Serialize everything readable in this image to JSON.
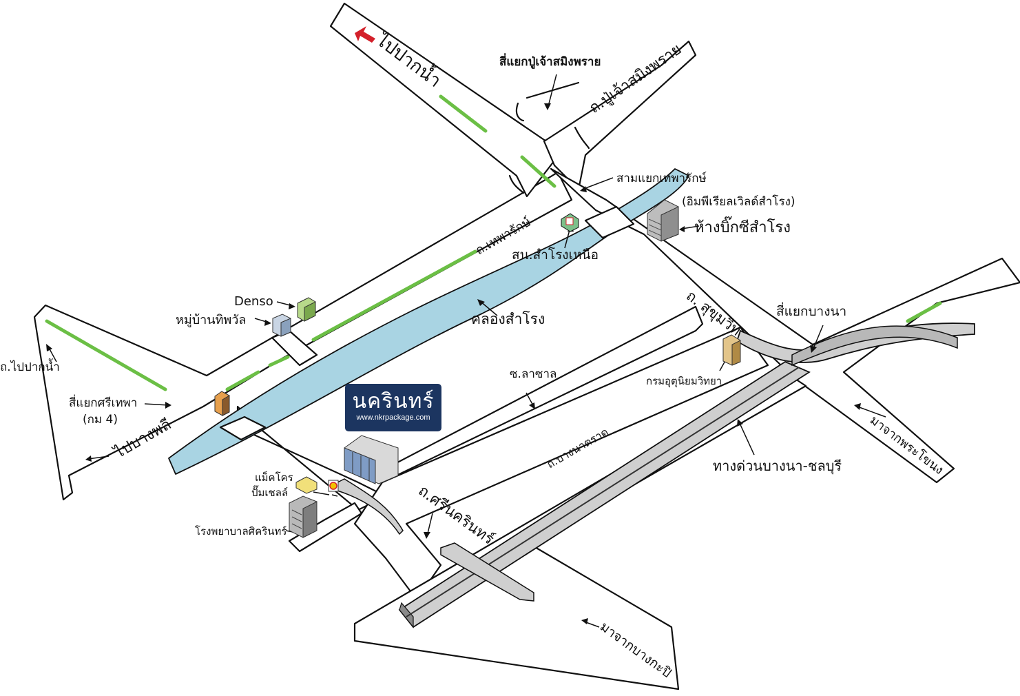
{
  "map": {
    "labels": {
      "to_paknam_top": "ไปปากน้ำ",
      "junction_puchao": "สี่แยกปู่เจ้าสมิงพราย",
      "road_puchao": "ถ.ปู่เจ้าสมิงพราย",
      "junction_theparak": "สามแยกเทพารักษ์",
      "imperial_world": "(อิมพีเรียลเวิลด์สำโรง)",
      "bigc_samrong": "ห้างบิ๊กซีสำโรง",
      "road_theparak": "ถ.เทพารักษ์",
      "police_samrong": "สน.สำโรงเหนือ",
      "denso": "Denso",
      "village_thipawan": "หมู่บ้านทิพวัล",
      "canal_samrong": "คลองสำโรง",
      "road_sukhumvit": "ถ. สุขุมวิท",
      "junction_bangna": "สี่แยกบางนา",
      "road_to_paknam_left": "ถ.ไปปากน้ำ",
      "junction_srithepha": "สี่แยกศรีเทพา",
      "km4": "(กม 4)",
      "to_bangphli": "ไปบางพลี",
      "soi_lasal": "ซ.ลาซาล",
      "dept_meteorology": "กรมอุตุนิยมวิทยา",
      "road_bangna_trad": "ถ.บางนาตราด",
      "from_phrakhanong": "มาจากพระโขนง",
      "expressway_bangna_chonburi": "ทางด่วนบางนา-ชลบุรี",
      "makro": "แม็คโคร",
      "shell_pump": "ปั๊มเชลล์",
      "road_srinakarin": "ถ.ศรีนครินทร์",
      "hospital_sikarin": "โรงพยาบาลศิครินทร์",
      "from_bangkapi": "มาจากบางกะปิ"
    },
    "brand": {
      "name": "นครินทร์",
      "url": "www.nkrpackage.com"
    },
    "colors": {
      "canal": "#a9d4e3",
      "green_median": "#6bbf45",
      "brand_bg": "#1c3560",
      "expressway": "#c9c9c9",
      "direction_arrow": "#d3202a"
    },
    "icons": [
      "red-direction-arrow-icon",
      "building-icon",
      "police-station-icon",
      "shell-icon"
    ]
  }
}
